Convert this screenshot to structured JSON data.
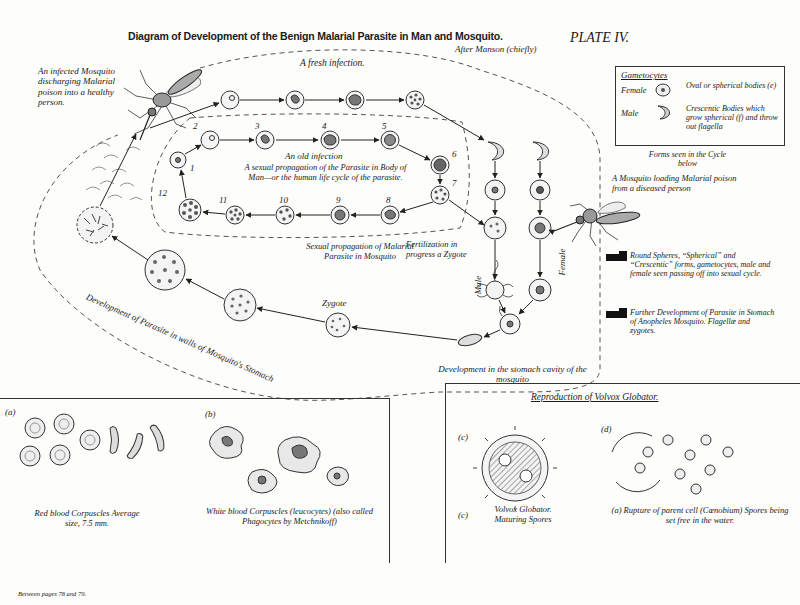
{
  "diagram": {
    "title": "Diagram of Development of the Benign Malarial Parasite in Man and Mosquito.",
    "nodes": [
      {
        "text": [
          "Gametocytes",
          "Female",
          "Oval or spherical bodies (e)",
          "Male",
          "Crescentic Bodies which grow spherical (f) and throw out flagella"
        ]
      },
      {
        "text": [
          "(a)",
          "(b)",
          "Red blood Corpuscles Average size, 7.5 mm.",
          "White blood Corpuscles (leucocytes) (also called Phagocytes by Metchnikoff)"
        ]
      },
      {
        "text": [
          "Reproduction of Volvox Globator.",
          "(c)",
          "(d)",
          "(c)",
          "Volvox Globator. Maturing Spores",
          "(a) Rupture of parent cell (Cœnobium) Spores being set free in the water."
        ]
      }
    ],
    "labels": [
      "PLATE IV.",
      "After Manson (chiefly)",
      "A fresh infection.",
      "An infected Mosquito discharging Malarial poison into a healthy person.",
      "1",
      "2",
      "3",
      "4",
      "5",
      "6",
      "7",
      "8",
      "9",
      "10",
      "11",
      "12",
      "An old infection",
      "A sexual propagation of the Parasite in Body of Man—or the human life cycle of the parasite.",
      "Forms seen in the Cycle below",
      "A Mosquito loading Malarial poison from a diseased person",
      "Round Spheres, “Spherical” and “Crescentic” forms, gametocytes, male and female seen passing off into sexual cycle.",
      "Further Development of Parasite in Stomach of Anopheles Mosquito. Flagellæ and zygotes.",
      "Sexual propagation of Malarial Parasite in Mosquito",
      "Male",
      "Female",
      "Fertilization in progress a Zygote",
      "Zygote",
      "Development in the stomach cavity of the mosquito",
      "Development of Parasite in walls of Mosquito's Stomach",
      "Between pages 78 and 79."
    ]
  }
}
